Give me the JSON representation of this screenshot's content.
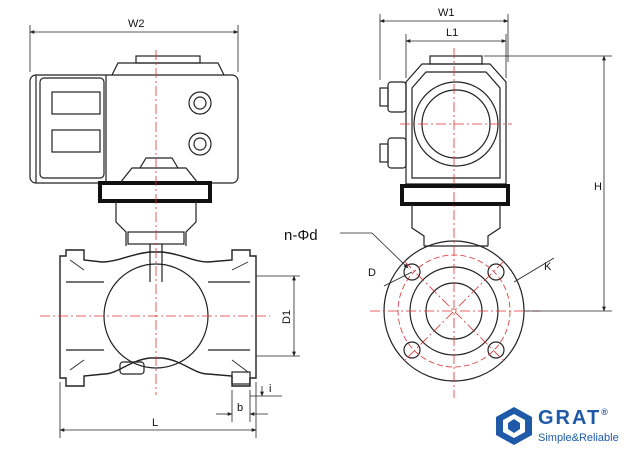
{
  "dimensions": {
    "W2": "W2",
    "W1": "W1",
    "L1": "L1",
    "H": "H",
    "D1": "D1",
    "L": "L",
    "b": "b",
    "i": "i",
    "D": "D",
    "K": "K",
    "n_phi_d": "n-Φd"
  },
  "brand": {
    "name": "GRAT",
    "registered": "®",
    "tagline": "Simple&Reliable",
    "color": "#1f5aa8"
  },
  "colors": {
    "centerline": "#e03030",
    "line": "#222222"
  }
}
